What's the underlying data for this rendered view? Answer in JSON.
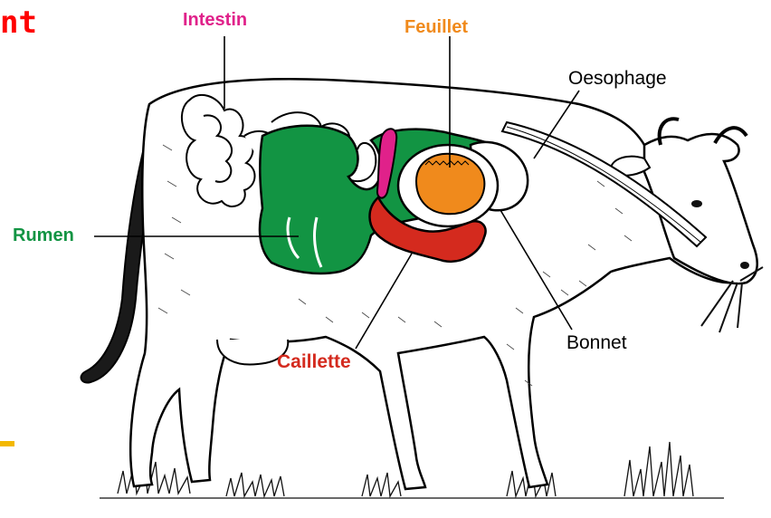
{
  "partial_title": "nt",
  "labels": {
    "intestin": "Intestin",
    "feuillet": "Feuillet",
    "oesophage": "Oesophage",
    "rumen": "Rumen",
    "caillette": "Caillette",
    "bonnet": "Bonnet"
  },
  "colors": {
    "title": "#ff0000",
    "intestin": "#e0218a",
    "feuillet": "#f08a1c",
    "rumen": "#129443",
    "caillette": "#d42a1e",
    "bonnet": "#000000",
    "oesophage": "#000000",
    "accent_bar": "#f3b800"
  },
  "icons": {
    "cow": "cow-illustration"
  }
}
